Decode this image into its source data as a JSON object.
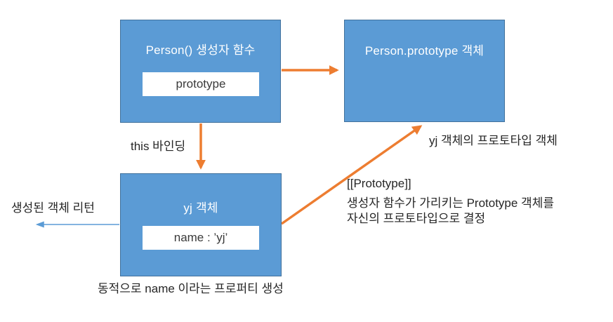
{
  "diagram": {
    "title_context": "JavaScript constructor / prototype relationship diagram",
    "colors": {
      "box_fill": "#5B9BD5",
      "box_border": "#41719C",
      "arrow_orange": "#ED7D31",
      "arrow_blue": "#5B9BD5",
      "box_text": "#ffffff",
      "label_text": "#262626"
    },
    "boxes": {
      "constructor": {
        "title": "Person() 생성자 함수",
        "field": "prototype"
      },
      "prototype_obj": {
        "title": "Person.prototype 객체"
      },
      "instance": {
        "title": "yj 객체",
        "field": "name : ’yj’"
      }
    },
    "labels": {
      "this_binding": "this 바인딩",
      "return_object": "생성된 객체 리턴",
      "proto_of_yj": "yj 객체의 프로토타입 객체",
      "prototype_slot": "[[Prototype]]",
      "proto_desc_line1": "생성자 함수가 가리키는 Prototype 객체를",
      "proto_desc_line2": "자신의 프로토타입으로 결정",
      "dynamic_property": "동적으로 name 이라는 프로퍼티 생성"
    },
    "arrows": {
      "constructor_to_prototype": "orange, Person() box right edge to Person.prototype box left edge",
      "this_binding_arrow": "orange, Person() box bottom to yj box top",
      "prototype_link_arrow": "orange diagonal, yj box right edge up to Person.prototype box bottom",
      "return_arrow": "blue, yj box left edge pointing left"
    }
  }
}
